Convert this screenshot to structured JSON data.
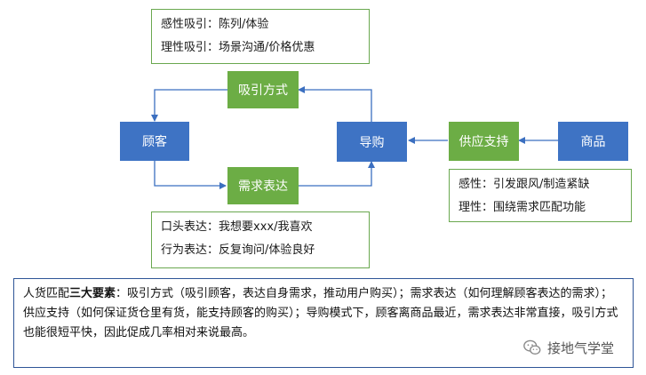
{
  "notes": {
    "attract": [
      "感性吸引：陈列/体验",
      "理性吸引：场景沟通/价格优惠"
    ],
    "express": [
      "口头表达：我想要xxx/我喜欢",
      "行为表达：反复询问/体验良好"
    ],
    "supply": [
      "感性：引发跟风/制造紧缺",
      "理性：围绕需求匹配功能"
    ]
  },
  "nodes": {
    "customer": "顾客",
    "attract_method": "吸引方式",
    "demand_express": "需求表达",
    "guide_purchase": "导购",
    "supply_support": "供应支持",
    "product": "商品"
  },
  "summary": {
    "lead": "人货匹配",
    "emph": "三大要素",
    "colon": "：",
    "body": "吸引方式（吸引顾客，表达自身需求，推动用户购买）；需求表达（如何理解顾客表达的需求）；供应支持（如何保证货仓里有货，能支持顾客的购买）；导购模式下，顾客离商品最近，需求表达非常直接，吸引方式也能很短平快，因此促成几率相对来说最高。"
  },
  "watermark": {
    "text": "接地气学堂",
    "icon": "wechat-icon"
  },
  "colors": {
    "blue": "#3e73c4",
    "green": "#6cad45",
    "arrow": "#3b6fc0",
    "summary_border": "#2f5597"
  }
}
